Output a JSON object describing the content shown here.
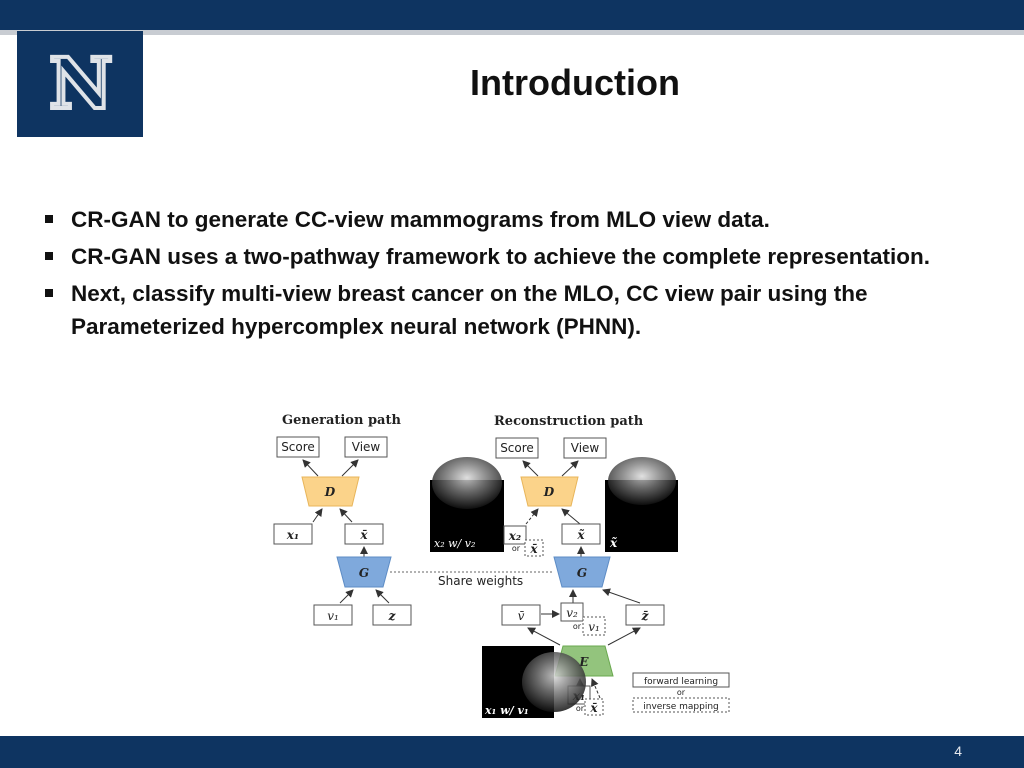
{
  "logo": {
    "letter": "N"
  },
  "slide": {
    "title": "Introduction",
    "bullets": [
      "CR-GAN to generate CC-view mammograms from MLO view data.",
      "CR-GAN uses a two-pathway framework to achieve the complete representation.",
      "Next, classify multi-view breast cancer on the MLO, CC view pair using the Parameterized hypercomplex neural network (PHNN)."
    ],
    "page_number": "4"
  },
  "diagram": {
    "generation_path_title": "Generation path",
    "reconstruction_path_title": "Reconstruction path",
    "score_label": "Score",
    "view_label": "View",
    "d_label": "D",
    "g_label": "G",
    "e_label": "E",
    "x1_label": "x₁",
    "x2_label": "x₂",
    "xbar_label": "x̄",
    "xtilde_label": "x̃",
    "v1_label": "v₁",
    "v2_label": "v₂",
    "vbar_label": "v̄",
    "z_label": "z",
    "zbar_label": "z̄",
    "or_label": "or",
    "share_weights": "Share weights",
    "x2_wv2": "x₂ w/ v₂",
    "x1_wv1": "x₁ w/ v₁",
    "legend_forward": "forward learning",
    "legend_or": "or",
    "legend_inverse": "inverse mapping"
  }
}
